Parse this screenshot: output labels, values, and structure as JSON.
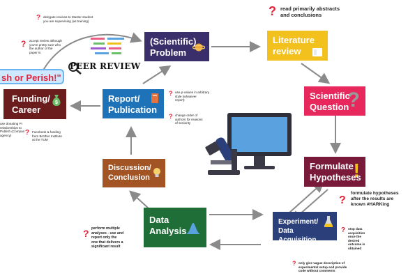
{
  "colors": {
    "problem": "#3a2f6b",
    "literature": "#f2c11d",
    "question": "#e8285c",
    "hypotheses": "#7a1a3a",
    "experiment": "#2b3f7a",
    "analysis": "#1f6e38",
    "discussion": "#a35424",
    "report": "#1d72b8",
    "funding": "#6b1c1c",
    "question_mark": "#e5243b",
    "arrow": "#8a8a8a"
  },
  "nodes": {
    "problem": "(Scientific)\nProblem",
    "literature": "Literature\nreview",
    "question": "Scientific\nQuestion",
    "hypotheses": "Formulate\nHypotheses",
    "experiment": "Experiment/\nData Acquisition",
    "analysis": "Data\nAnalysis",
    "discussion": "Discussion/\nConclusion",
    "report": "Report/\nPublication",
    "funding": "Funding/\nCareer"
  },
  "banner": "sh or Perish!\"",
  "peer_review": "PEER REVIEW",
  "notes": {
    "literature": "read primarily abstracts\nand conclusions",
    "hypotheses": "formulate hypotheses\nafter the results are\nknown #HARKing",
    "analysis": "perform multiple\nanalyses - use and\nreport only the\none that delivers a\nsignificant result",
    "experiment_side": "stop data\nacquisition\nonce the\ndesired\noutcome is\nobtained",
    "experiment_bottom": "only give vague description of\nexperimental setup and provide\ncode without comments",
    "report_top": "use p-values in arbitrary\nstyle (whatever\nreport)",
    "report_side": "change order of\nauthors for reasons\nof seniority",
    "delegate": "delegate reviews to Master student\nyou are supervising (as training)",
    "accept": "accept review although\nyou're pretty sure who\nthe author of the\npaper is",
    "funding_1": "use donating PI\nrelationships to\nPublish (Compan\nagency)",
    "funding_2": "Facebook & funding\nfrom Brother Institute\nat the TUM"
  },
  "icons": {
    "problem": "planet-icon",
    "literature": "book-icon",
    "question": "question-mark-icon",
    "hypotheses": "exclamation-icon",
    "experiment": "flask-icon",
    "analysis": "bell-curve-icon",
    "discussion": "lightbulb-icon",
    "report": "notebook-icon",
    "funding": "money-bag-icon",
    "center": "computer-microscope-icon"
  }
}
